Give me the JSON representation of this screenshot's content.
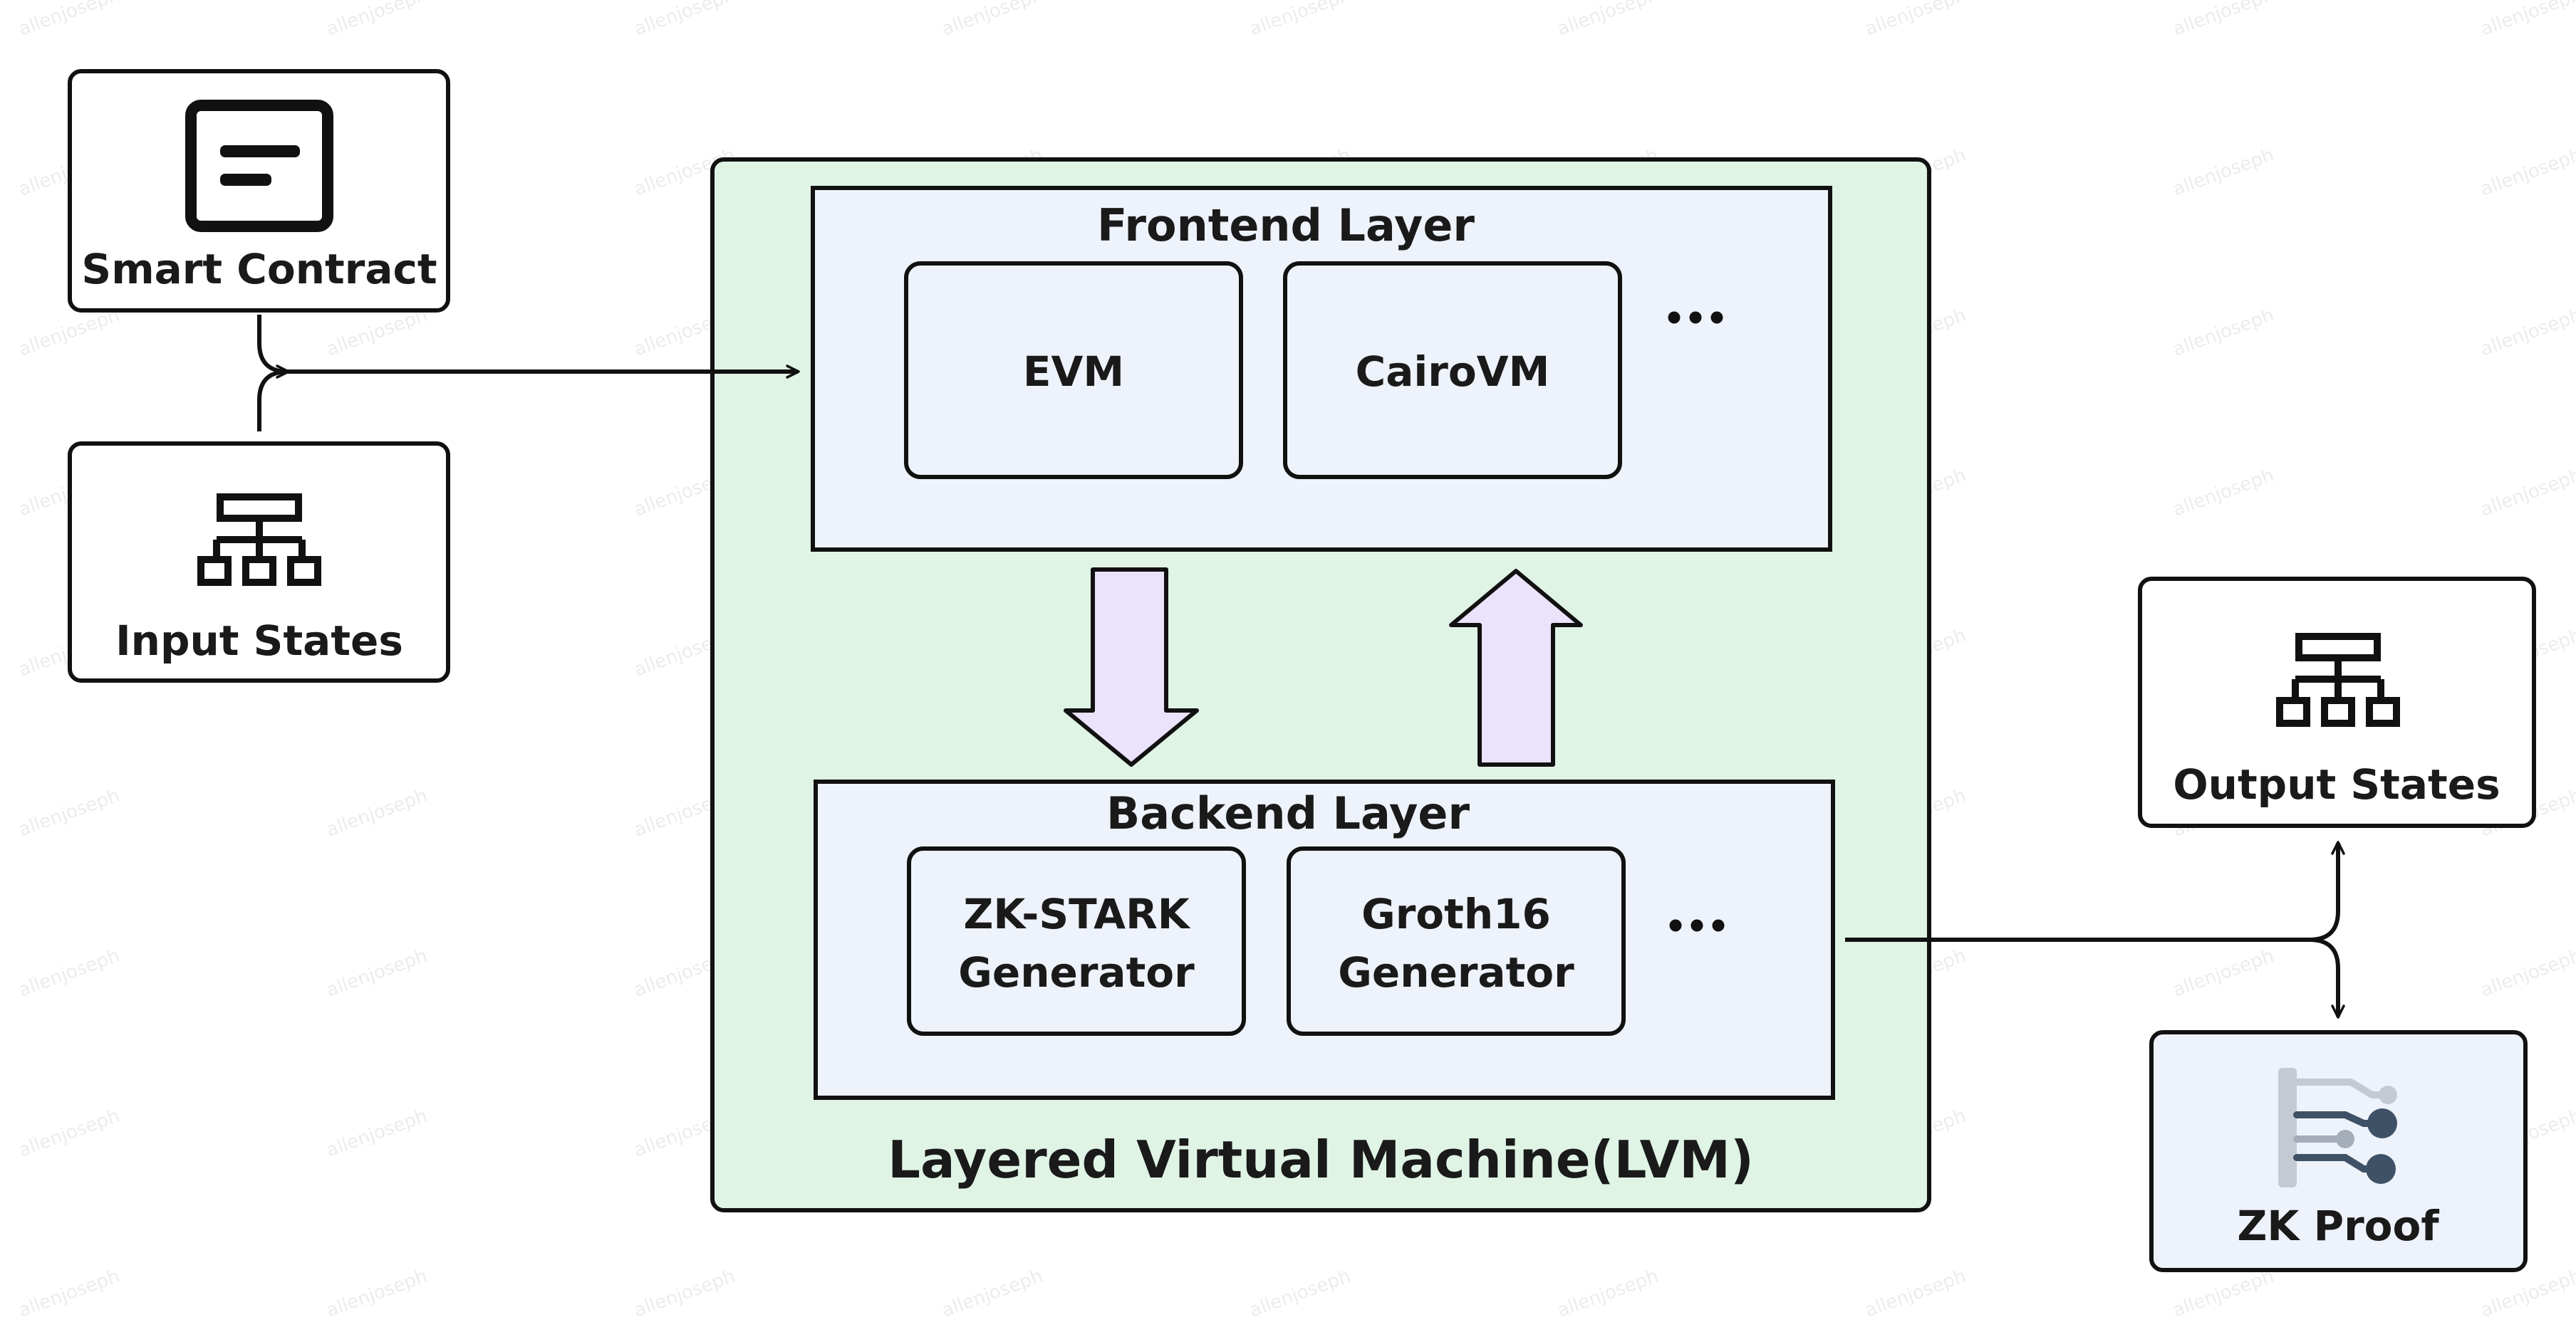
{
  "diagram": {
    "inputs": {
      "smart_contract": "Smart Contract",
      "input_states": "Input States"
    },
    "lvm": {
      "title": "Layered Virtual Machine(LVM)",
      "frontend": {
        "title": "Frontend Layer",
        "items": [
          "EVM",
          "CairoVM"
        ],
        "more": "..."
      },
      "backend": {
        "title": "Backend Layer",
        "items": [
          {
            "line1": "ZK-STARK",
            "line2": "Generator"
          },
          {
            "line1": "Groth16",
            "line2": "Generator"
          }
        ],
        "more": "..."
      }
    },
    "outputs": {
      "output_states": "Output States",
      "zk_proof": "ZK Proof"
    },
    "watermark": "allenjoseph"
  },
  "colors": {
    "lvm_fill": "#e0f4e6",
    "layer_fill": "#eef2fb",
    "arrow_fill": "#ebe2fb",
    "zk_box_fill": "#eef2fb",
    "stroke": "#111111"
  },
  "icons": {
    "smart_contract": "document-lines-icon",
    "input_states": "hierarchy-tree-icon",
    "output_states": "hierarchy-tree-icon",
    "zk_proof": "proof-circuit-icon"
  }
}
